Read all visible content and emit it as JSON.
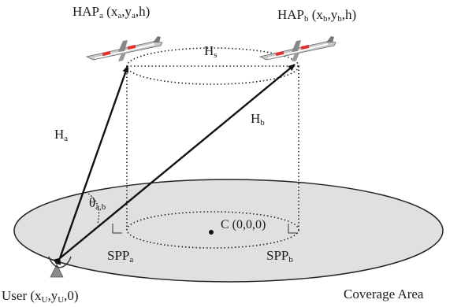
{
  "labels": {
    "hap_a": {
      "main": "HAP",
      "sub": "a",
      "coords": " (x",
      "cx": "a",
      "mid": ",y",
      "cy": "a",
      "tail": ",h)"
    },
    "hap_b": {
      "main": "HAP",
      "sub": "b",
      "coords": " (x",
      "cx": "b",
      "mid": ",y",
      "cy": "b",
      "tail": ",h)"
    },
    "h_s": {
      "main": "H",
      "sub": "s"
    },
    "h_a": {
      "main": "H",
      "sub": "a"
    },
    "h_b": {
      "main": "H",
      "sub": "b"
    },
    "theta": {
      "main": "θ",
      "sub": "a,b"
    },
    "center": "C (0,0,0)",
    "spp_a": {
      "main": "SPP",
      "sub": "a"
    },
    "spp_b": {
      "main": "SPP",
      "sub": "b"
    },
    "user": {
      "main": "User (x",
      "sx": "U",
      "mid": ",y",
      "sy": "U",
      "tail": ",0)"
    },
    "coverage": "Coverage Area"
  },
  "colors": {
    "ground": "#e0e0e0",
    "line": "#111111",
    "dotted": "#222222",
    "user_marker": "#8a8a8a"
  },
  "icons": [
    "aircraft-icon-a",
    "aircraft-icon-b",
    "user-antenna-icon"
  ]
}
